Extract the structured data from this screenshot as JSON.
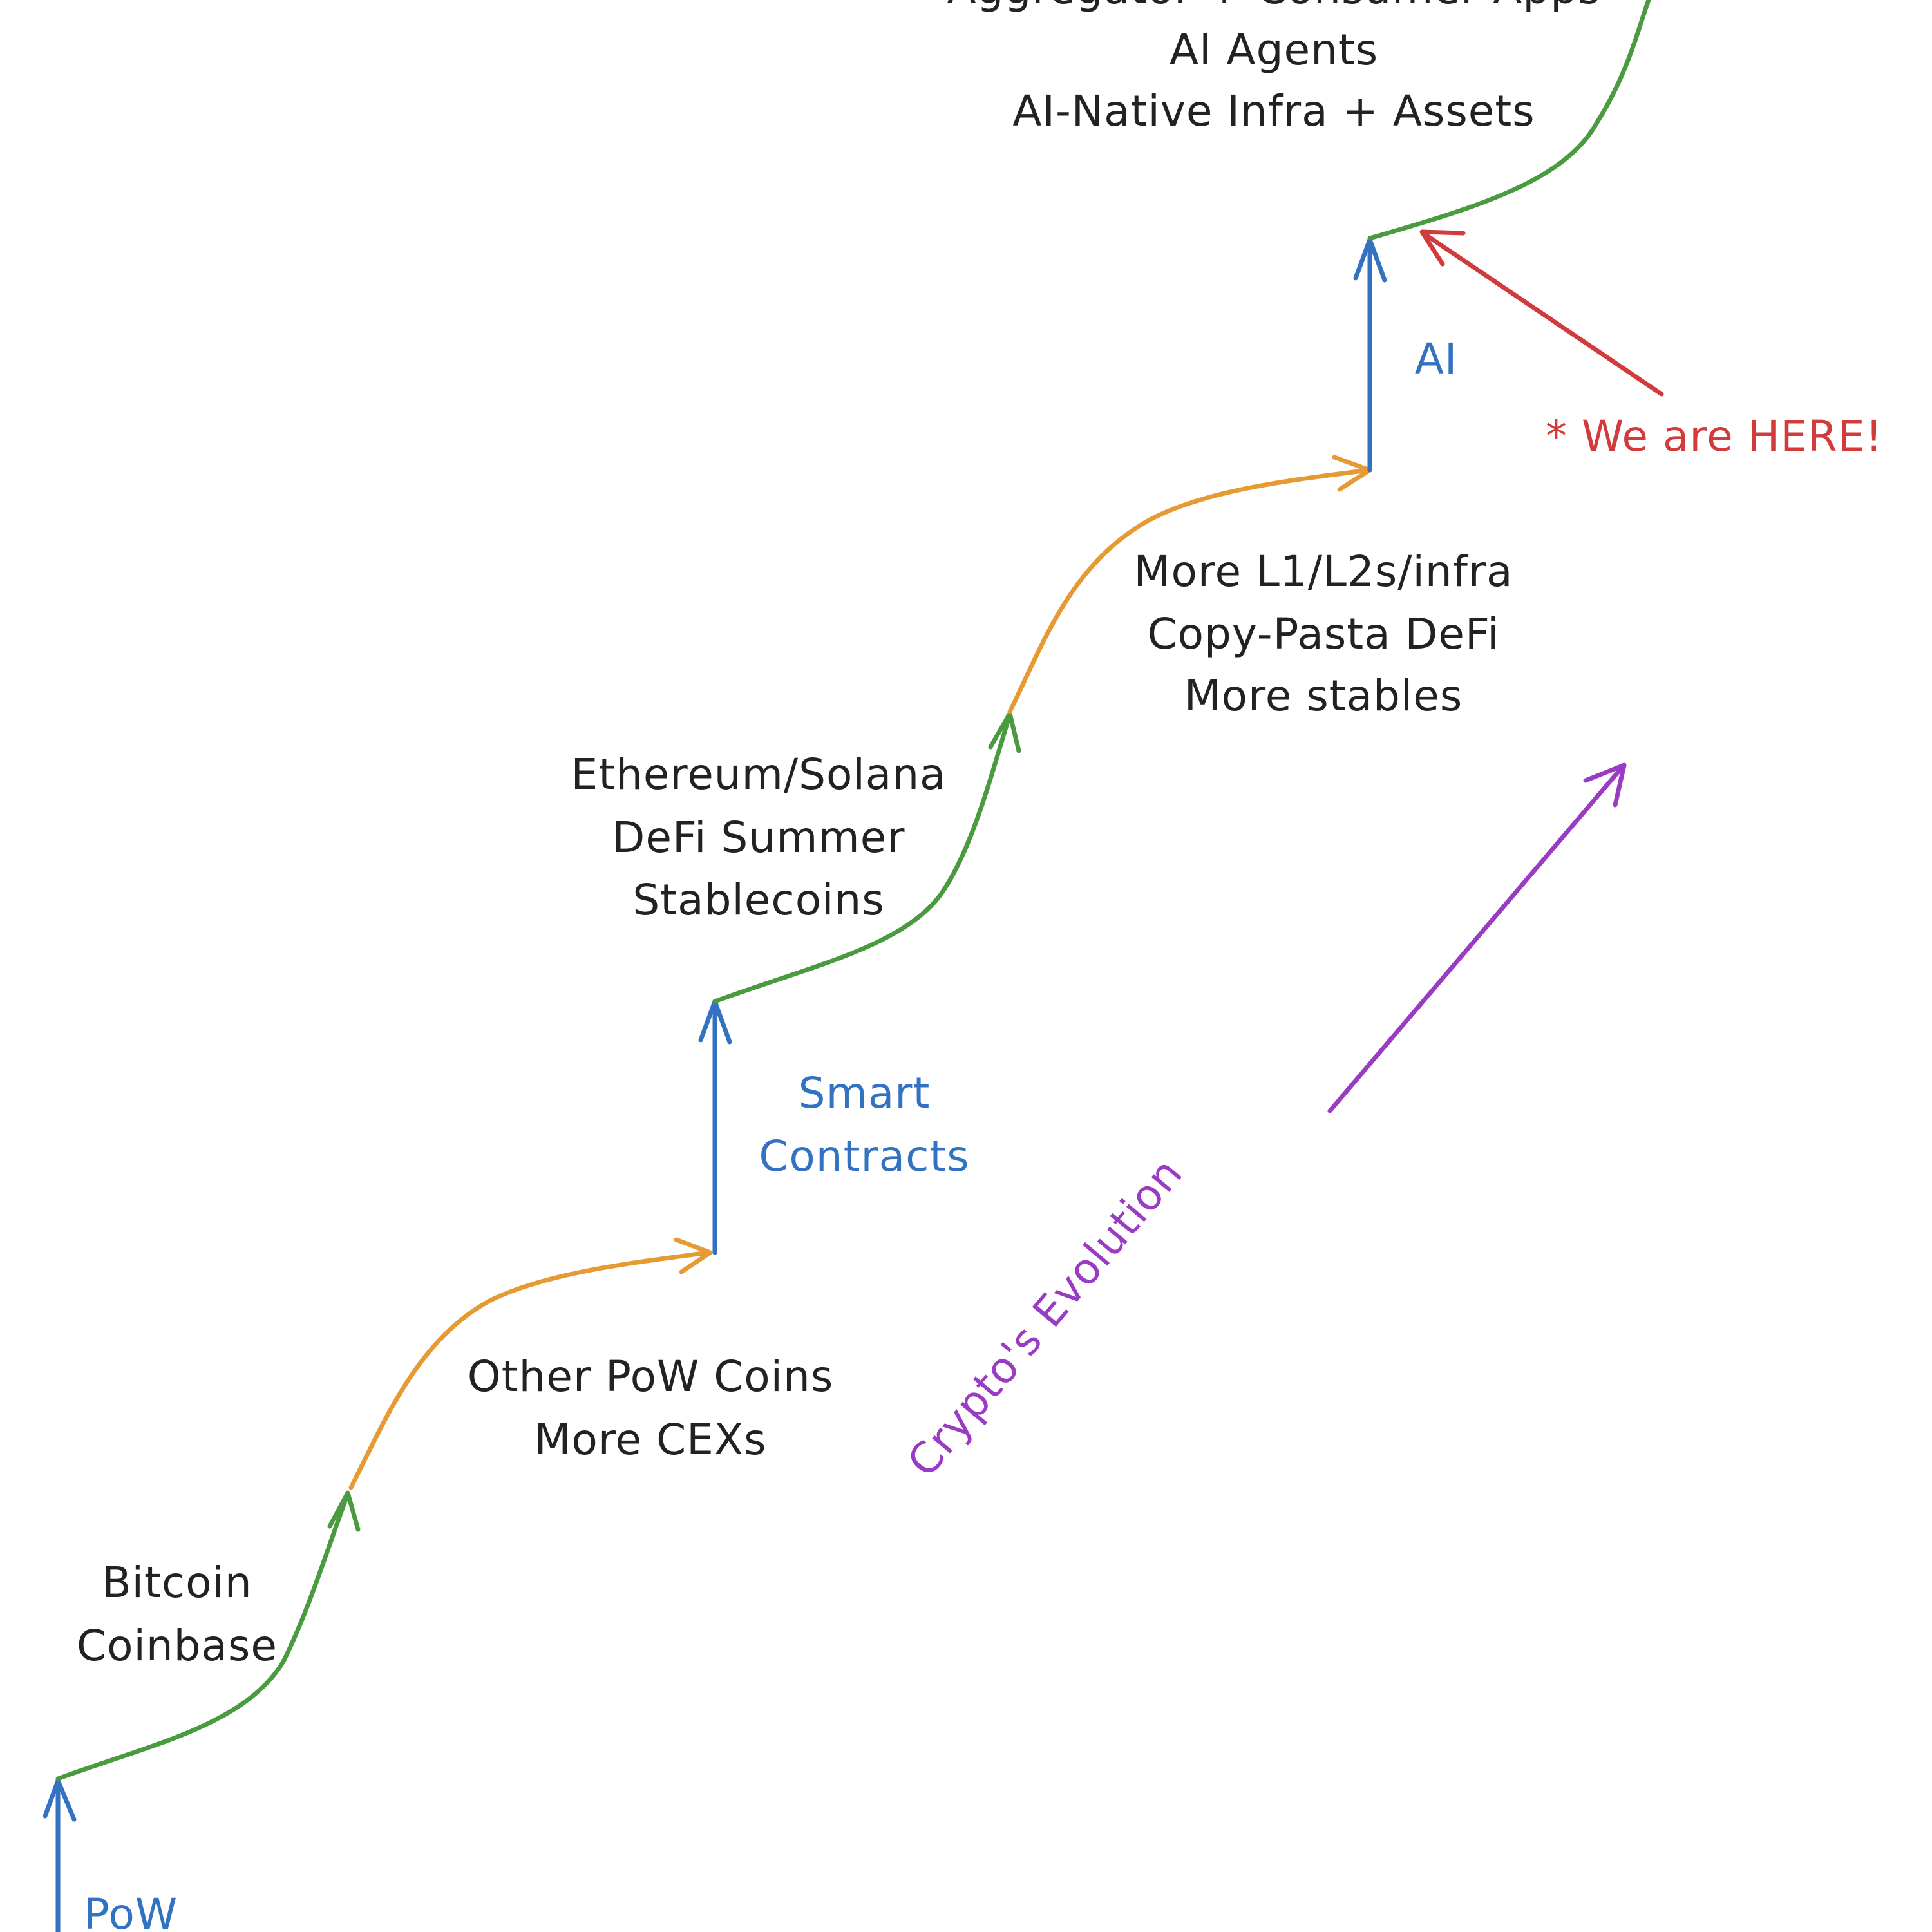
{
  "colors": {
    "green": "#4a9a3f",
    "orange": "#e69a33",
    "blue": "#3372c0",
    "red": "#d23b3b",
    "purple": "#9a3cc3",
    "text": "#222222"
  },
  "labels": {
    "pow": "PoW",
    "bitcoin_group": [
      "Bitcoin",
      "Coinbase"
    ],
    "other_pow_group": [
      "Other PoW Coins",
      "More CEXs"
    ],
    "smart_contracts": [
      "Smart",
      "Contracts"
    ],
    "ethereum_group": [
      "Ethereum/Solana",
      "DeFi Summer",
      "Stablecoins"
    ],
    "more_l1_group": [
      "More L1/L2s/infra",
      "Copy-Pasta DeFi",
      "More stables"
    ],
    "ai": "AI",
    "top_group": [
      "Aggregator + Consumer Apps",
      "AI Agents",
      "AI-Native Infra + Assets"
    ],
    "we_are_here": "* We are HERE!",
    "crypto_evolution": "Crypto's Evolution"
  }
}
